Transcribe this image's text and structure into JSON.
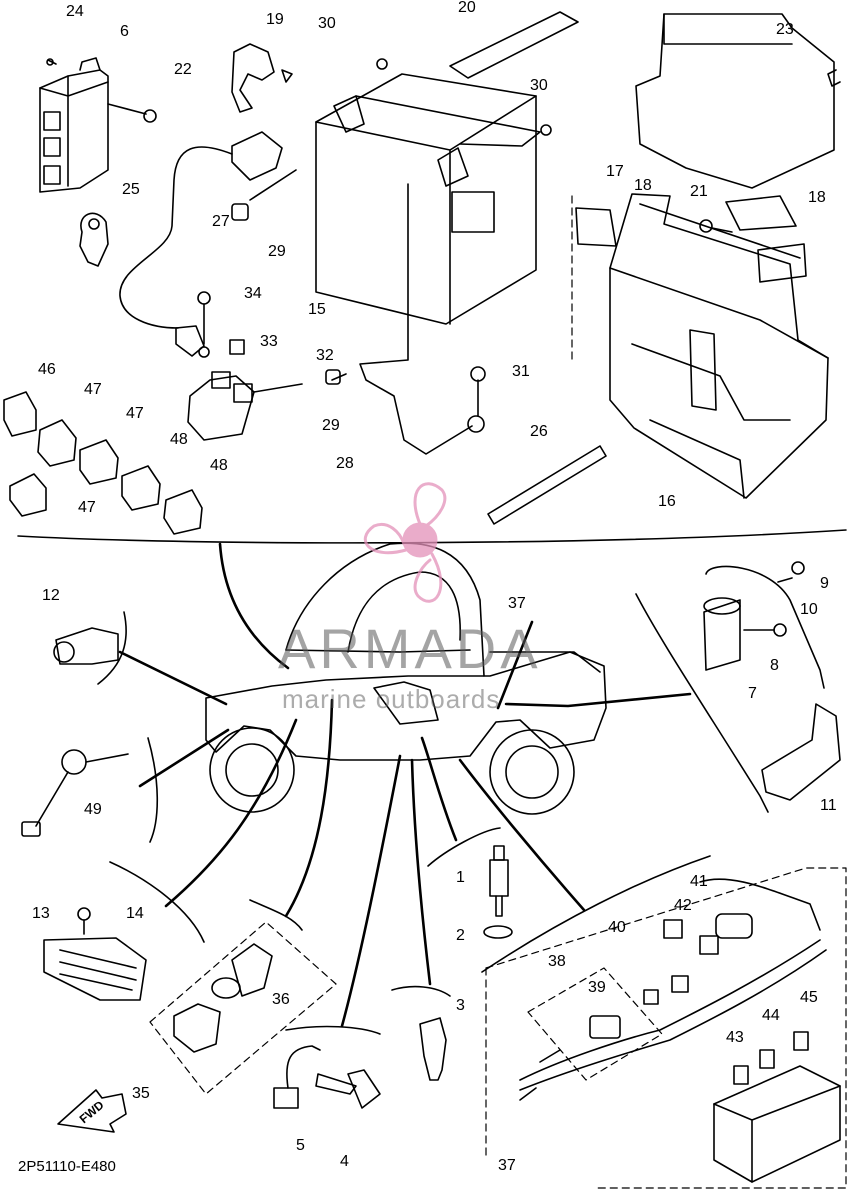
{
  "diagram": {
    "part_code": "2P51110-E480",
    "watermark": {
      "brand": "ARMADA",
      "subtitle": "marine outboards"
    },
    "fwd_label": "FWD",
    "callouts": [
      {
        "id": "c24",
        "text": "24"
      },
      {
        "id": "c6",
        "text": "6"
      },
      {
        "id": "c19",
        "text": "19"
      },
      {
        "id": "c30a",
        "text": "30"
      },
      {
        "id": "c20",
        "text": "20"
      },
      {
        "id": "c23",
        "text": "23"
      },
      {
        "id": "c22",
        "text": "22"
      },
      {
        "id": "c30b",
        "text": "30"
      },
      {
        "id": "c17",
        "text": "17"
      },
      {
        "id": "c25",
        "text": "25"
      },
      {
        "id": "c27",
        "text": "27"
      },
      {
        "id": "c29a",
        "text": "29"
      },
      {
        "id": "c18a",
        "text": "18"
      },
      {
        "id": "c21",
        "text": "21"
      },
      {
        "id": "c18b",
        "text": "18"
      },
      {
        "id": "c34",
        "text": "34"
      },
      {
        "id": "c15",
        "text": "15"
      },
      {
        "id": "c33",
        "text": "33"
      },
      {
        "id": "c32",
        "text": "32"
      },
      {
        "id": "c46",
        "text": "46"
      },
      {
        "id": "c47a",
        "text": "47"
      },
      {
        "id": "c31",
        "text": "31"
      },
      {
        "id": "c29b",
        "text": "29"
      },
      {
        "id": "c47b",
        "text": "47"
      },
      {
        "id": "c48a",
        "text": "48"
      },
      {
        "id": "c26",
        "text": "26"
      },
      {
        "id": "c28",
        "text": "28"
      },
      {
        "id": "c48b",
        "text": "48"
      },
      {
        "id": "c47c",
        "text": "47"
      },
      {
        "id": "c16",
        "text": "16"
      },
      {
        "id": "c9",
        "text": "9"
      },
      {
        "id": "c12",
        "text": "12"
      },
      {
        "id": "c37a",
        "text": "37"
      },
      {
        "id": "c10",
        "text": "10"
      },
      {
        "id": "c8",
        "text": "8"
      },
      {
        "id": "c7",
        "text": "7"
      },
      {
        "id": "c49",
        "text": "49"
      },
      {
        "id": "c11",
        "text": "11"
      },
      {
        "id": "c1",
        "text": "1"
      },
      {
        "id": "c41",
        "text": "41"
      },
      {
        "id": "c13",
        "text": "13"
      },
      {
        "id": "c14",
        "text": "14"
      },
      {
        "id": "c42",
        "text": "42"
      },
      {
        "id": "c40",
        "text": "40"
      },
      {
        "id": "c2",
        "text": "2"
      },
      {
        "id": "c38",
        "text": "38"
      },
      {
        "id": "c36",
        "text": "36"
      },
      {
        "id": "c39",
        "text": "39"
      },
      {
        "id": "c3",
        "text": "3"
      },
      {
        "id": "c45",
        "text": "45"
      },
      {
        "id": "c44",
        "text": "44"
      },
      {
        "id": "c43",
        "text": "43"
      },
      {
        "id": "c35",
        "text": "35"
      },
      {
        "id": "c5",
        "text": "5"
      },
      {
        "id": "c4",
        "text": "4"
      },
      {
        "id": "c37b",
        "text": "37"
      }
    ]
  }
}
